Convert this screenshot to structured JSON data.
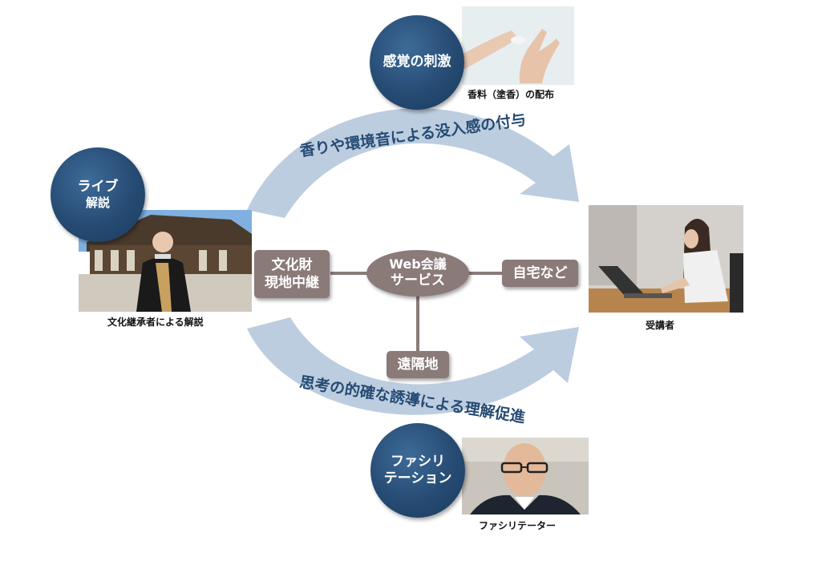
{
  "hub": {
    "line1": "Web会議",
    "line2": "サービス"
  },
  "nodes": {
    "heritage_site": {
      "line1": "文化財",
      "line2": "現地中継"
    },
    "home": {
      "label": "自宅など"
    },
    "remote": {
      "label": "遠隔地"
    }
  },
  "circles": {
    "sensory": {
      "label": "感覚の刺激"
    },
    "live": {
      "line1": "ライブ",
      "line2": "解説"
    },
    "facilitation": {
      "line1": "ファシリ",
      "line2": "テーション"
    }
  },
  "arrows": {
    "top": "香りや環境音による没入感の付与",
    "bottom": "思考の的確な誘導による理解促進"
  },
  "captions": {
    "incense": "香料（塗香）の配布",
    "commentator": "文化継承者による解説",
    "participant": "受講者",
    "facilitator": "ファシリテーター"
  },
  "colors": {
    "arrow": "#bccde0",
    "circle": "#264b73",
    "box": "#8a7a78",
    "connector": "#8a7a78"
  }
}
